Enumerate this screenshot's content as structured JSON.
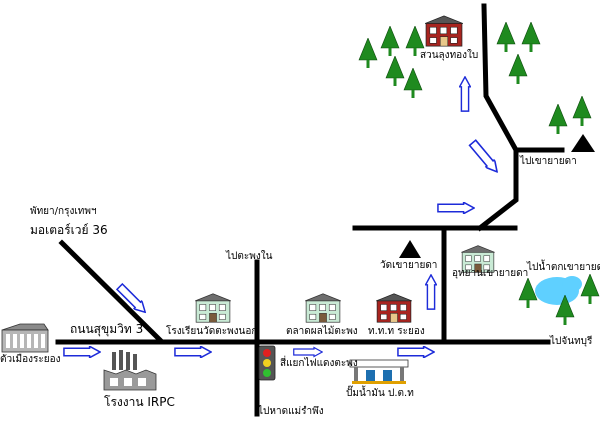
{
  "map": {
    "labels": {
      "pattaya": "พัทยา/กรุงเทพฯ",
      "motorway": "มอเตอร์เวย์ 36",
      "sukhumvit": "ถนนสุขุมวิท 3",
      "rayong_city": "ตัวเมืองระยอง",
      "irpc": "โรงงาน IRPC",
      "school": "โรงเรียนวัดตะพงนอก",
      "to_taphong_nai": "ไปตะพงใน",
      "market": "ตลาดผลไม้ตะพง",
      "police": "ท.ท.ท ระยอง",
      "intersection": "สี่แยกไฟแดงตะพง",
      "gas_station": "ปั๊มน้ำมัน ป.ต.ท",
      "to_ban_phe": "ไปหาดแม่รำพึง",
      "wat": "วัดเขายายดา",
      "national_park": "อุทยานเขายายดา",
      "to_waterfall": "ไปน้ำตกเขายายดา",
      "to_chanthaburi": "ไปจันทบุรี",
      "to_khao_yai_da": "ไปเขายายดา",
      "garden": "สวนลุงทองใบ"
    },
    "colors": {
      "road": "#000000",
      "arrow_stroke": "#1d2bd9",
      "tree": "#1f8a1f",
      "water": "#5fd0ff",
      "house_wall": "#c9ead5",
      "house_roof": "#6e6e6e",
      "red_house": "#a8241f",
      "mountain": "#000000"
    },
    "icons": {
      "house": "house-icon",
      "factory": "factory-icon",
      "traffic_light": "traffic-light-icon",
      "gas_station": "gas-station-icon",
      "tree": "tree-icon",
      "mountain": "mountain-icon",
      "pond": "pond-icon",
      "arrow": "direction-arrow-icon"
    }
  }
}
